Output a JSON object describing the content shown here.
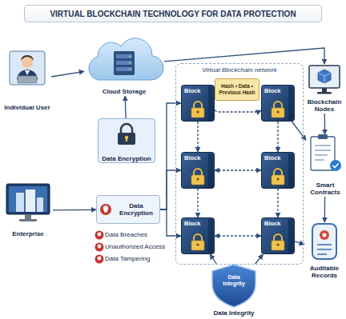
{
  "diagram": {
    "title": "VIRTUAL BLOCKCHAIN TECHNOLOGY FOR DATA PROTECTION",
    "nodes": [
      {
        "text": [
          "Individual User"
        ]
      },
      {
        "text": [
          "Cloud Storage"
        ]
      },
      {
        "text": [
          "Data Encryption"
        ]
      },
      {
        "text": [
          "Enterprise"
        ]
      },
      {
        "text": [
          "Data Encryption"
        ]
      },
      {
        "text": [
          "Virtual Blockchain network"
        ]
      },
      {
        "text": [
          "Block"
        ],
        "in": 5
      },
      {
        "text": [
          "Hash • Data • Previous Hash"
        ],
        "in": 5
      },
      {
        "text": [
          "Block"
        ],
        "in": 5
      },
      {
        "text": [
          "Block"
        ],
        "in": 5
      },
      {
        "text": [
          "Block"
        ],
        "in": 5
      },
      {
        "text": [
          "Block"
        ],
        "in": 5
      },
      {
        "text": [
          "Block"
        ],
        "in": 5
      },
      {
        "text": [
          "Blockchain Nodes"
        ]
      },
      {
        "text": [
          "Smart Contracts"
        ]
      },
      {
        "text": [
          "Auditable Records"
        ]
      },
      {
        "text": [
          "Data Integrity",
          "Data Integrity"
        ]
      }
    ],
    "edges": [
      {
        "from": 0,
        "to": 1,
        "arrow": "to"
      },
      {
        "from": 2,
        "to": 1,
        "arrow": "to"
      },
      {
        "from": 3,
        "to": 4,
        "arrow": "to"
      },
      {
        "from": 1,
        "to": 13,
        "arrow": "to"
      },
      {
        "from": 4,
        "to": 9,
        "arrow": "to"
      },
      {
        "from": 4,
        "to": 6,
        "arrow": "to"
      },
      {
        "from": 4,
        "to": 11,
        "arrow": "to"
      },
      {
        "from": 6,
        "to": 8,
        "arrow": "to"
      },
      {
        "from": 9,
        "to": 10,
        "arrow": "both"
      },
      {
        "from": 11,
        "to": 12,
        "arrow": "both"
      },
      {
        "from": 6,
        "to": 9,
        "arrow": "to"
      },
      {
        "from": 9,
        "to": 11,
        "arrow": "to"
      },
      {
        "from": 8,
        "to": 10,
        "arrow": "to"
      },
      {
        "from": 10,
        "to": 12,
        "arrow": "to"
      },
      {
        "from": 13,
        "to": 14,
        "arrow": "to"
      },
      {
        "from": 14,
        "to": 15,
        "arrow": "to"
      },
      {
        "from": 8,
        "to": 14,
        "arrow": "to"
      },
      {
        "from": 12,
        "to": 15,
        "arrow": "to"
      },
      {
        "from": 16,
        "to": 11,
        "arrow": "to"
      },
      {
        "from": 16,
        "to": 12,
        "arrow": "to"
      }
    ],
    "labels": [
      "Data Breaches",
      "Unauthorized Access",
      "Data Tampering"
    ]
  }
}
